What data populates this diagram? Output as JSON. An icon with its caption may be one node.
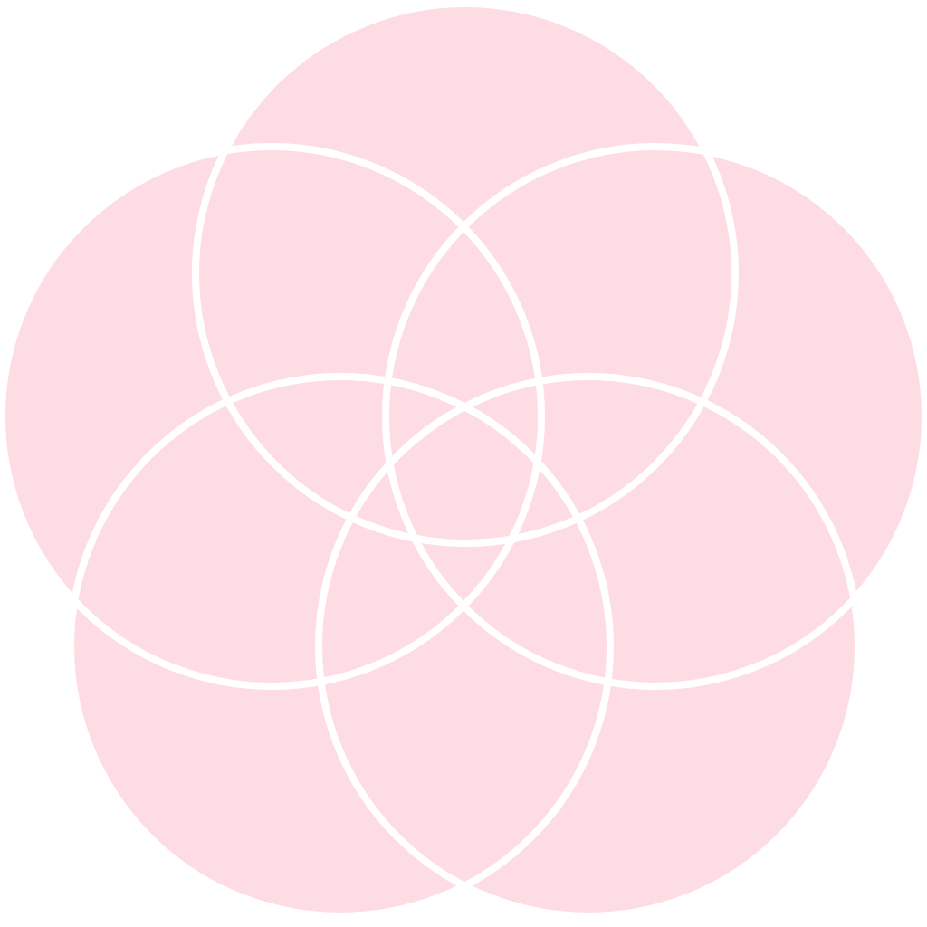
{
  "diagram": {
    "nodes": [
      {
        "text": [],
        "shape": "circle"
      },
      {
        "text": [],
        "shape": "circle"
      },
      {
        "text": [],
        "shape": "circle"
      },
      {
        "text": [],
        "shape": "circle"
      },
      {
        "text": [],
        "shape": "circle"
      }
    ]
  }
}
